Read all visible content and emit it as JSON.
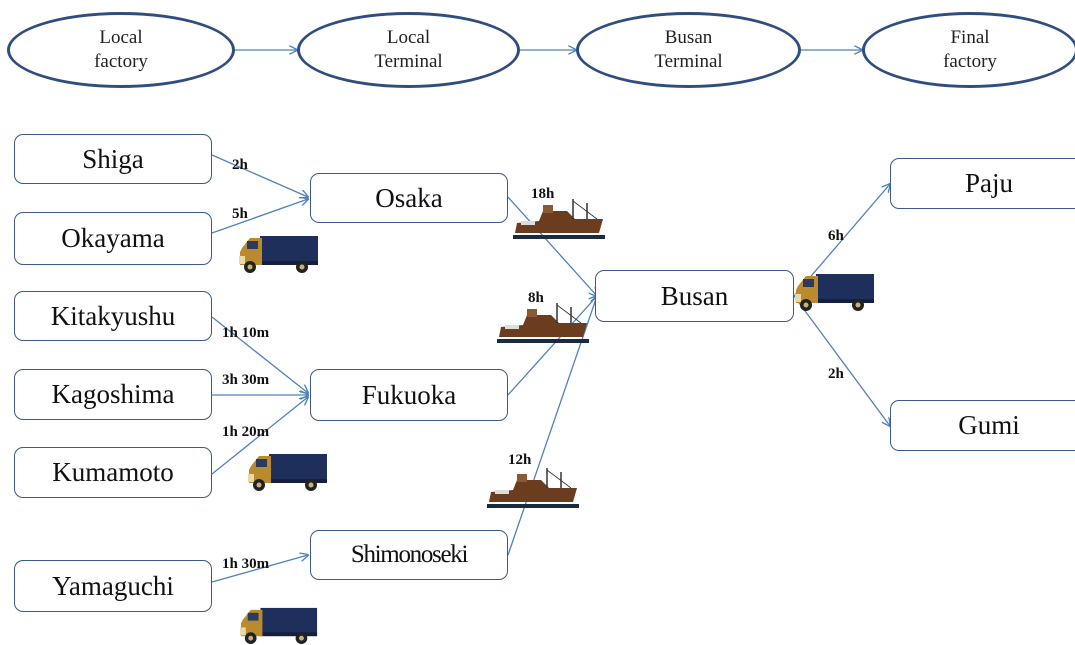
{
  "stages": [
    {
      "id": "local-factory",
      "text": "Local\nfactory"
    },
    {
      "id": "local-terminal",
      "text": "Local\nTerminal"
    },
    {
      "id": "busan-terminal",
      "text": "Busan\nTerminal"
    },
    {
      "id": "final-factory",
      "text": "Final\nfactory"
    }
  ],
  "nodes": {
    "shiga": "Shiga",
    "okayama": "Okayama",
    "kitakyushu": "Kitakyushu",
    "kagoshima": "Kagoshima",
    "kumamoto": "Kumamoto",
    "yamaguchi": "Yamaguchi",
    "osaka": "Osaka",
    "fukuoka": "Fukuoka",
    "shimonoseki": "Shimonoseki",
    "busan": "Busan",
    "paju": "Paju",
    "gumi": "Gumi"
  },
  "durations": {
    "shiga_osaka": "2h",
    "okayama_osaka": "5h",
    "kitakyushu_fukuoka": "1h 10m",
    "kagoshima_fukuoka": "3h 30m",
    "kumamoto_fukuoka": "1h 20m",
    "yamaguchi_shimonoseki": "1h 30m",
    "osaka_busan": "18h",
    "fukuoka_busan": "8h",
    "shimonoseki_busan": "12h",
    "busan_paju": "6h",
    "busan_gumi": "2h"
  },
  "colors": {
    "line": "#4f81bd",
    "stage_border": "#2f4e7f",
    "node_border": "#3a5a8c",
    "truck_body": "#1f2f5c",
    "truck_cab": "#b98a2e",
    "ship_hull": "#6b3c1e"
  },
  "icons": {
    "truck": "truck-icon",
    "ship": "cargo-ship-icon"
  }
}
